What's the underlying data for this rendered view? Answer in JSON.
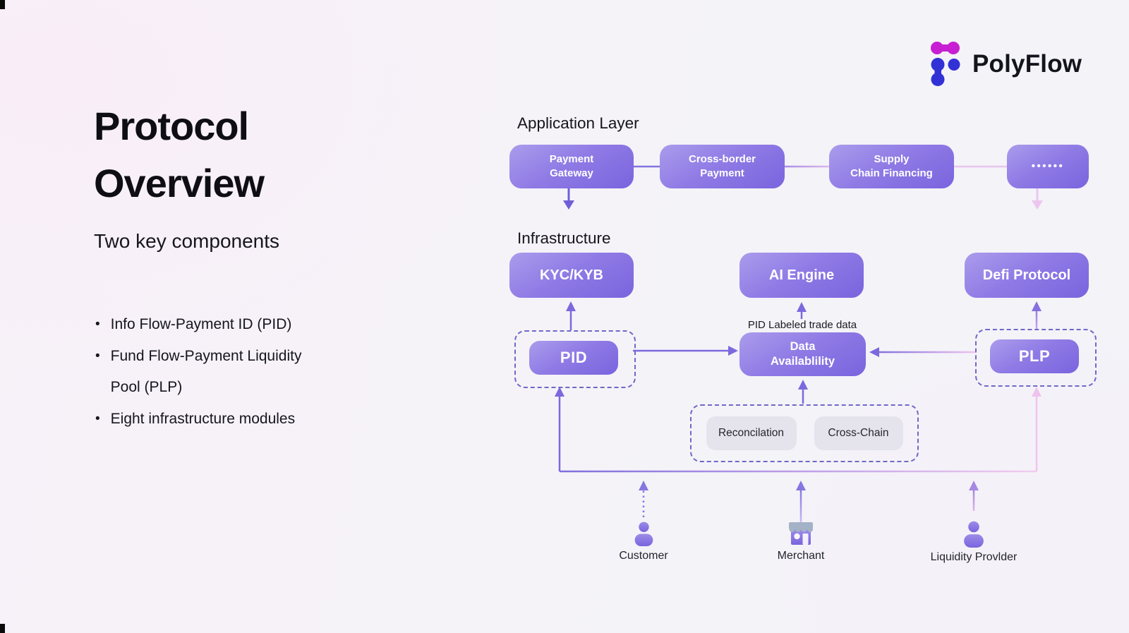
{
  "brand": {
    "name": "PolyFlow"
  },
  "left_panel": {
    "title_line1": "Protocol",
    "title_line2": "Overview",
    "subtitle": "Two key components",
    "bullet_char": "•",
    "bullets": [
      "Info Flow-Payment ID (PID)",
      "Fund Flow-Payment Liquidity Pool (PLP)",
      "Eight infrastructure modules"
    ]
  },
  "diagram": {
    "application_layer": {
      "label": "Application Layer",
      "boxes": [
        "Payment\nGateway",
        "Cross-border\nPayment",
        "Supply\nChain Financing",
        "••••••"
      ]
    },
    "infrastructure": {
      "label": "Infrastructure",
      "boxes": [
        "KYC/KYB",
        "AI Engine",
        "Defi Protocol"
      ]
    },
    "flow": {
      "pid": "PID",
      "plp": "PLP",
      "data_availability": "Data\nAvailablility",
      "annotation": "PID Labeled trade data"
    },
    "modules": [
      "Reconcilation",
      "Cross-Chain"
    ],
    "actors": [
      "Customer",
      "Merchant",
      "Liquidity Provlder"
    ]
  },
  "colors": {
    "box_gradient_start": "#ab9cec",
    "box_gradient_end": "#7a64de",
    "accent_purple": "#7b69dd",
    "accent_pink": "#f0c6ee",
    "dashed_border": "#6f68c6",
    "pill_bg": "#e5e4ed",
    "logo_magenta": "#c81fd3",
    "logo_blue": "#3231d6"
  }
}
